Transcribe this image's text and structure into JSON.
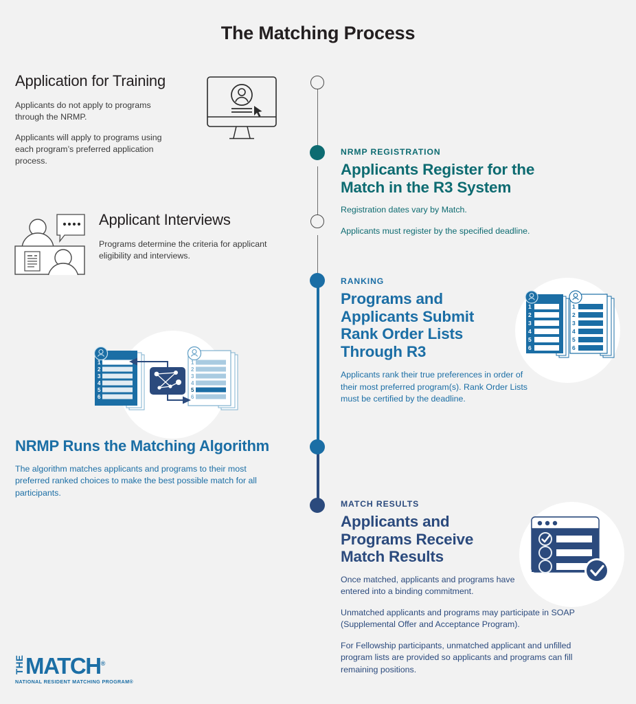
{
  "page": {
    "title": "The Matching Process",
    "background": "#f2f2f2"
  },
  "colors": {
    "teal": "#0d6b71",
    "blue": "#1b6ea5",
    "navy": "#2b4a7d",
    "black_text": "#231f20",
    "body_gray": "#3a3a3a",
    "line_gray": "#6e6e6e"
  },
  "left_sections": [
    {
      "id": "application-for-training",
      "heading": "Application for Training",
      "paragraphs": [
        "Applicants do not apply to programs through the NRMP.",
        "Applicants will apply to programs using each program’s preferred application process."
      ],
      "icon": "desktop-monitor-user-icon"
    },
    {
      "id": "applicant-interviews",
      "heading": "Applicant Interviews",
      "paragraphs": [
        "Programs determine the criteria for applicant eligibility and interviews."
      ],
      "icon": "interview-desk-speech-bubble-icon"
    },
    {
      "id": "nrmp-runs-matching-algorithm",
      "heading": "NRMP Runs the Matching Algorithm",
      "paragraphs": [
        "The algorithm matches applicants and programs to their most preferred ranked choices to make the best possible match for all participants."
      ],
      "icon": "matching-algorithm-lists-icon",
      "accent": "#1b6ea5"
    }
  ],
  "timeline_sections": [
    {
      "id": "nrmp-registration",
      "kicker": "NRMP REGISTRATION",
      "heading": "Applicants Register for the Match in the R3 System",
      "paragraphs": [
        "Registration dates vary by Match.",
        "Applicants must register by the specified deadline."
      ],
      "accent": "#0d6b71"
    },
    {
      "id": "ranking",
      "kicker": "RANKING",
      "heading": "Programs and Applicants Submit Rank Order Lists Through R3",
      "paragraphs": [
        "Applicants rank their true preferences in order of their most preferred program(s). Rank Order Lists must be certified by the deadline."
      ],
      "accent": "#1b6ea5",
      "icon": "rank-order-lists-icon"
    },
    {
      "id": "match-results",
      "kicker": "MATCH RESULTS",
      "heading": "Applicants and Programs Receive Match Results",
      "paragraphs": [
        "Once matched, applicants and programs have entered into a binding commitment.",
        "Unmatched applicants and programs may participate in SOAP (Supplemental Offer and Acceptance Program).",
        "For Fellowship participants, unmatched applicant and unfilled program lists are provided so applicants and programs can fill remaining positions."
      ],
      "accent": "#2b4a7d",
      "icon": "match-results-checklist-window-icon"
    }
  ],
  "rank_numbers": [
    "1",
    "2",
    "3",
    "4",
    "5",
    "6"
  ],
  "logo": {
    "the": "THE",
    "match": "MATCH",
    "registered": "®",
    "subtitle": "NATIONAL RESIDENT MATCHING PROGRAM®"
  }
}
